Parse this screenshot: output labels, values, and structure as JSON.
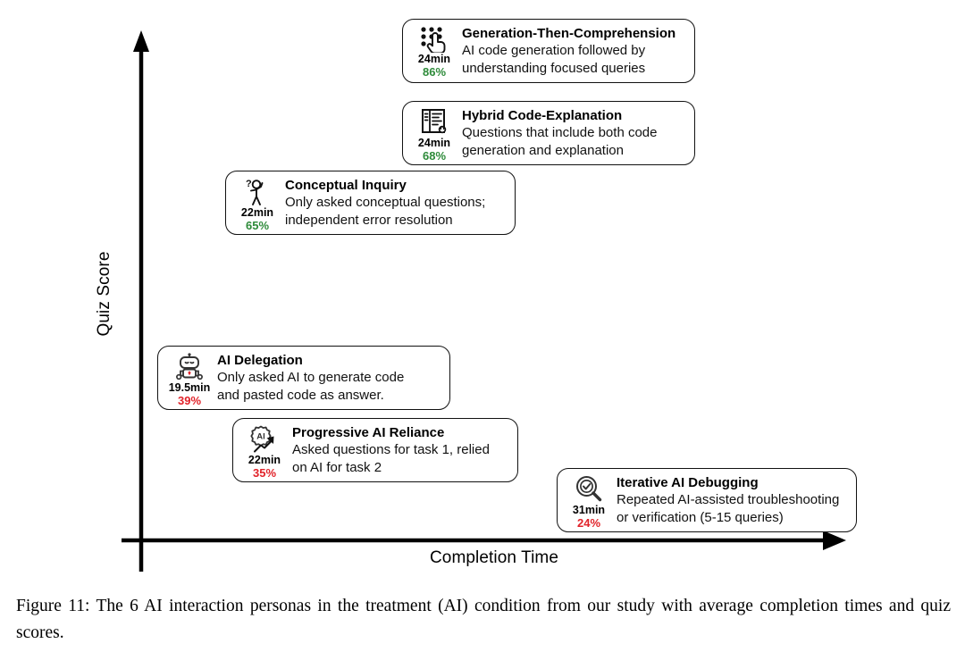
{
  "figure": {
    "caption": "Figure 11: The 6 AI interaction personas in the treatment (AI) condition from our study with average completion times and quiz scores."
  },
  "chart_data": {
    "type": "scatter",
    "title": "",
    "xlabel": "Completion Time",
    "ylabel": "Quiz Score",
    "grid": false,
    "legend": null,
    "axis_note": "Qualitative axes with arrow heads; no numeric tick labels shown.",
    "colors": {
      "high_score": "#2E8B3A",
      "low_score": "#E1232A",
      "card_border": "#111111",
      "axis": "#000000"
    },
    "points": [
      {
        "label": "Generation-Then-Comprehension",
        "description": "AI code generation followed by\nunderstanding focused queries",
        "time_label": "24min",
        "time_minutes": 24,
        "score_label": "86%",
        "score_percent": 86,
        "score_color": "#2E8B3A",
        "icon": "cursor-click-icon"
      },
      {
        "label": "Hybrid Code-Explanation",
        "description": "Questions that include both code\ngeneration and explanation",
        "time_label": "24min",
        "time_minutes": 24,
        "score_label": "68%",
        "score_percent": 68,
        "score_color": "#2E8B3A",
        "icon": "document-code-icon"
      },
      {
        "label": "Conceptual Inquiry",
        "description": "Only asked conceptual questions;\nindependent error resolution",
        "time_label": "22min",
        "time_minutes": 22,
        "score_label": "65%",
        "score_percent": 65,
        "score_color": "#2E8B3A",
        "icon": "thinking-person-icon"
      },
      {
        "label": "AI Delegation",
        "description": "Only asked AI to generate code\nand pasted code as answer.",
        "time_label": "19.5min",
        "time_minutes": 19.5,
        "score_label": "39%",
        "score_percent": 39,
        "score_color": "#E1232A",
        "icon": "robot-icon"
      },
      {
        "label": "Progressive AI Reliance",
        "description": "Asked questions for task 1, relied\non AI for task 2",
        "time_label": "22min",
        "time_minutes": 22,
        "score_label": "35%",
        "score_percent": 35,
        "score_color": "#E1232A",
        "icon": "ai-trend-up-icon"
      },
      {
        "label": "Iterative AI Debugging",
        "description": "Repeated AI-assisted troubleshooting\nor verification (5-15 queries)",
        "time_label": "31min",
        "time_minutes": 31,
        "score_label": "24%",
        "score_percent": 24,
        "score_color": "#E1232A",
        "icon": "magnifier-check-icon"
      }
    ]
  }
}
